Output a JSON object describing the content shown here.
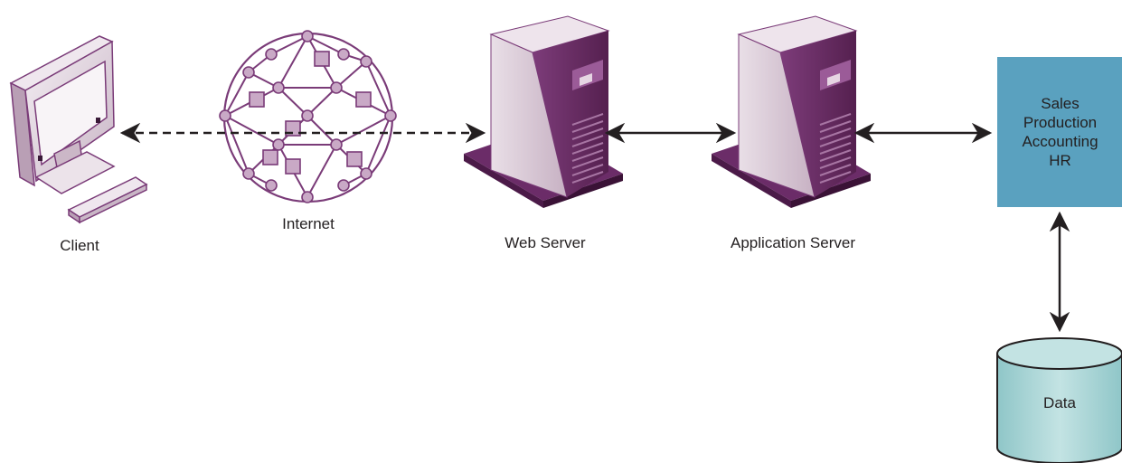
{
  "nodes": {
    "client": "Client",
    "internet": "Internet",
    "web_server": "Web Server",
    "app_server": "Application Server",
    "data": "Data"
  },
  "modules": [
    "Sales",
    "Production",
    "Accounting",
    "HR"
  ],
  "colors": {
    "server_purple": "#6b2c68",
    "server_light": "#dcc8d8",
    "network_purple": "#7a3b78",
    "modules_box": "#5aa1bf",
    "database_fill": "#a9d3d4",
    "arrow": "#231f20"
  },
  "connections": [
    {
      "from": "client",
      "to": "web_server",
      "style": "dashed",
      "direction": "both"
    },
    {
      "from": "web_server",
      "to": "app_server",
      "style": "solid",
      "direction": "both"
    },
    {
      "from": "app_server",
      "to": "modules",
      "style": "solid",
      "direction": "both"
    },
    {
      "from": "modules",
      "to": "data",
      "style": "solid",
      "direction": "both"
    }
  ]
}
